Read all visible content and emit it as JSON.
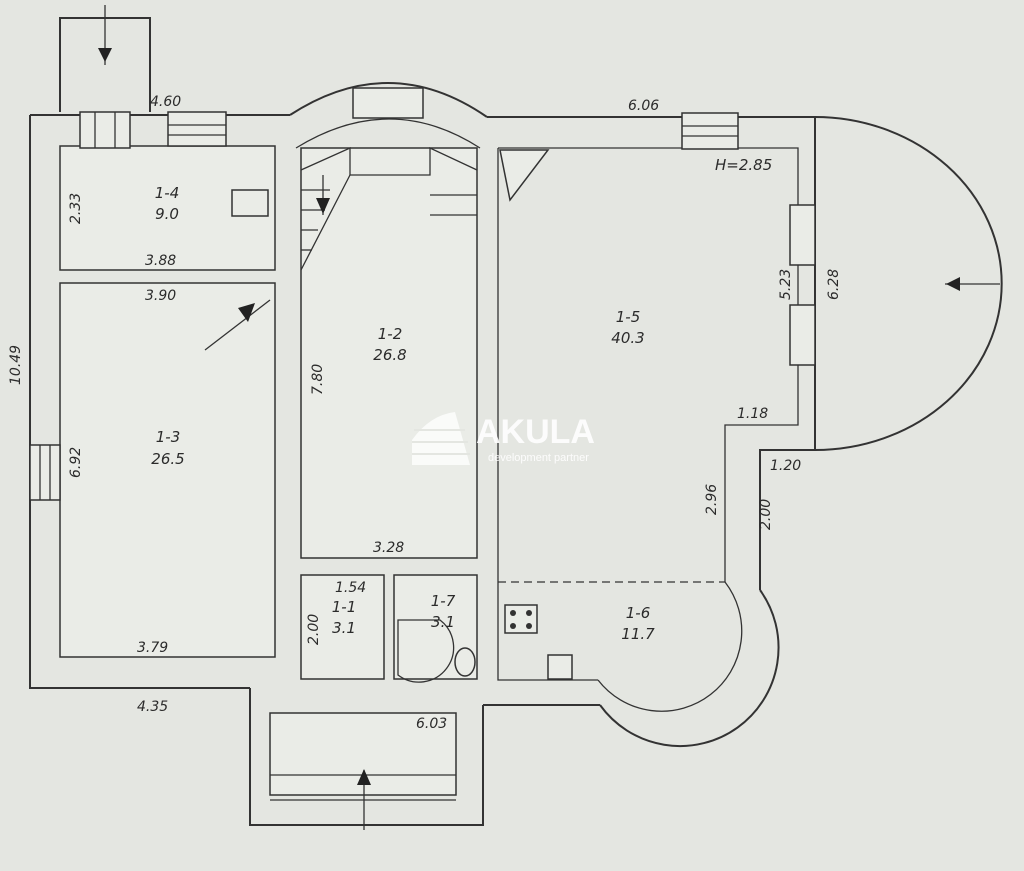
{
  "plan": {
    "ceiling_height": "H=2.85",
    "rooms": [
      {
        "id": "1-1",
        "area": "3.1"
      },
      {
        "id": "1-2",
        "area": "26.8"
      },
      {
        "id": "1-3",
        "area": "26.5"
      },
      {
        "id": "1-4",
        "area": "9.0"
      },
      {
        "id": "1-5",
        "area": "40.3"
      },
      {
        "id": "1-6",
        "area": "11.7"
      },
      {
        "id": "1-7",
        "area": "3.1"
      }
    ],
    "dimensions": {
      "top_left": "4.60",
      "top_right": "6.06",
      "r14_height": "2.33",
      "r14_width": "3.88",
      "r13_top": "3.90",
      "total_left": "10.49",
      "r13_height": "6.92",
      "r13_bottom": "3.79",
      "bottom_left": "4.35",
      "r12_height": "7.80",
      "r12_bottom": "3.28",
      "r11_width": "1.54",
      "r11_height": "2.00",
      "bottom_mid": "6.03",
      "r15_wall": "5.23",
      "bay_depth": "6.28",
      "step_a": "1.18",
      "step_b": "1.20",
      "r15_lower": "2.96",
      "r16_side": "2.00"
    }
  },
  "watermark": {
    "brand": "AKULA",
    "tagline": "development partner"
  }
}
